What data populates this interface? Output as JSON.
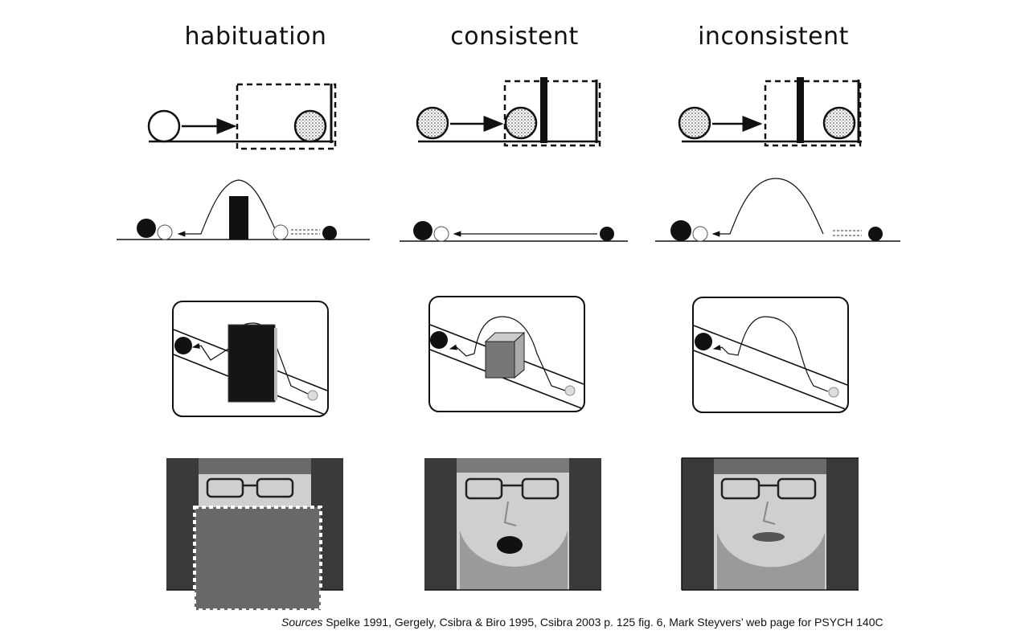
{
  "columns": [
    {
      "title": "habituation"
    },
    {
      "title": "consistent"
    },
    {
      "title": "inconsistent"
    }
  ],
  "sources": {
    "label": "Sources",
    "text": " Spelke 1991, Gergely, Csibra & Biro 1995, Csibra 2003 p. 125 fig. 6, Mark Steyvers’ web page for PSYCH 140C"
  }
}
